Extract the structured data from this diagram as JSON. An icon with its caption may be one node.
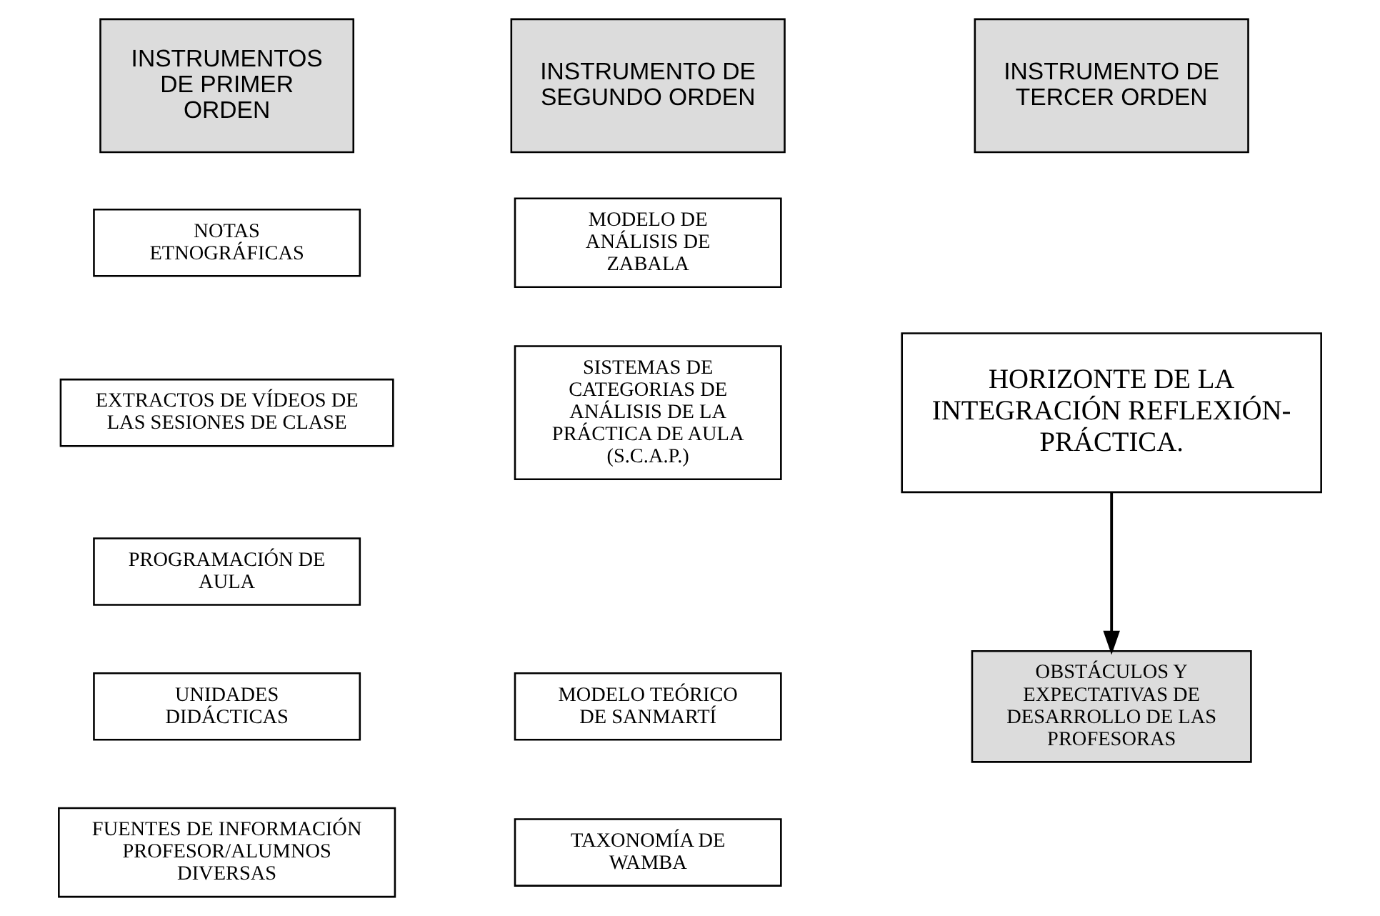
{
  "diagram": {
    "nodes": [
      {
        "text": [
          "INSTRUMENTOS DE PRIMER ORDEN"
        ]
      },
      {
        "text": [
          "INSTRUMENTO DE SEGUNDO ORDEN"
        ]
      },
      {
        "text": [
          "INSTRUMENTO DE TERCER ORDEN"
        ]
      },
      {
        "text": [
          "NOTAS ETNOGRÁFICAS"
        ]
      },
      {
        "text": [
          "MODELO DE ANÁLISIS DE ZABALA"
        ]
      },
      {
        "text": [
          "EXTRACTOS DE VÍDEOS DE LAS SESIONES DE CLASE"
        ]
      },
      {
        "text": [
          "SISTEMAS DE CATEGORIAS DE ANÁLISIS DE LA PRÁCTICA DE AULA (S.C.A.P.)"
        ]
      },
      {
        "text": [
          "HORIZONTE DE LA INTEGRACIÓN REFLEXIÓN-PRÁCTICA."
        ]
      },
      {
        "text": [
          "PROGRAMACIÓN DE AULA"
        ]
      },
      {
        "text": [
          "MODELO TEÓRICO DE SANMARTÍ"
        ]
      },
      {
        "text": [
          "UNIDADES DIDÁCTICAS"
        ]
      },
      {
        "text": [
          "OBSTÁCULOS Y EXPECTATIVAS DE DESARROLLO DE LAS PROFESORAS"
        ]
      },
      {
        "text": [
          "FUENTES DE INFORMACIÓN PROFESOR/ALUMNOS DIVERSAS"
        ]
      },
      {
        "text": [
          "TAXONOMÍA DE WAMBA"
        ]
      }
    ],
    "edges": [
      {
        "from": 7,
        "to": 11,
        "arrow": "to"
      }
    ]
  }
}
